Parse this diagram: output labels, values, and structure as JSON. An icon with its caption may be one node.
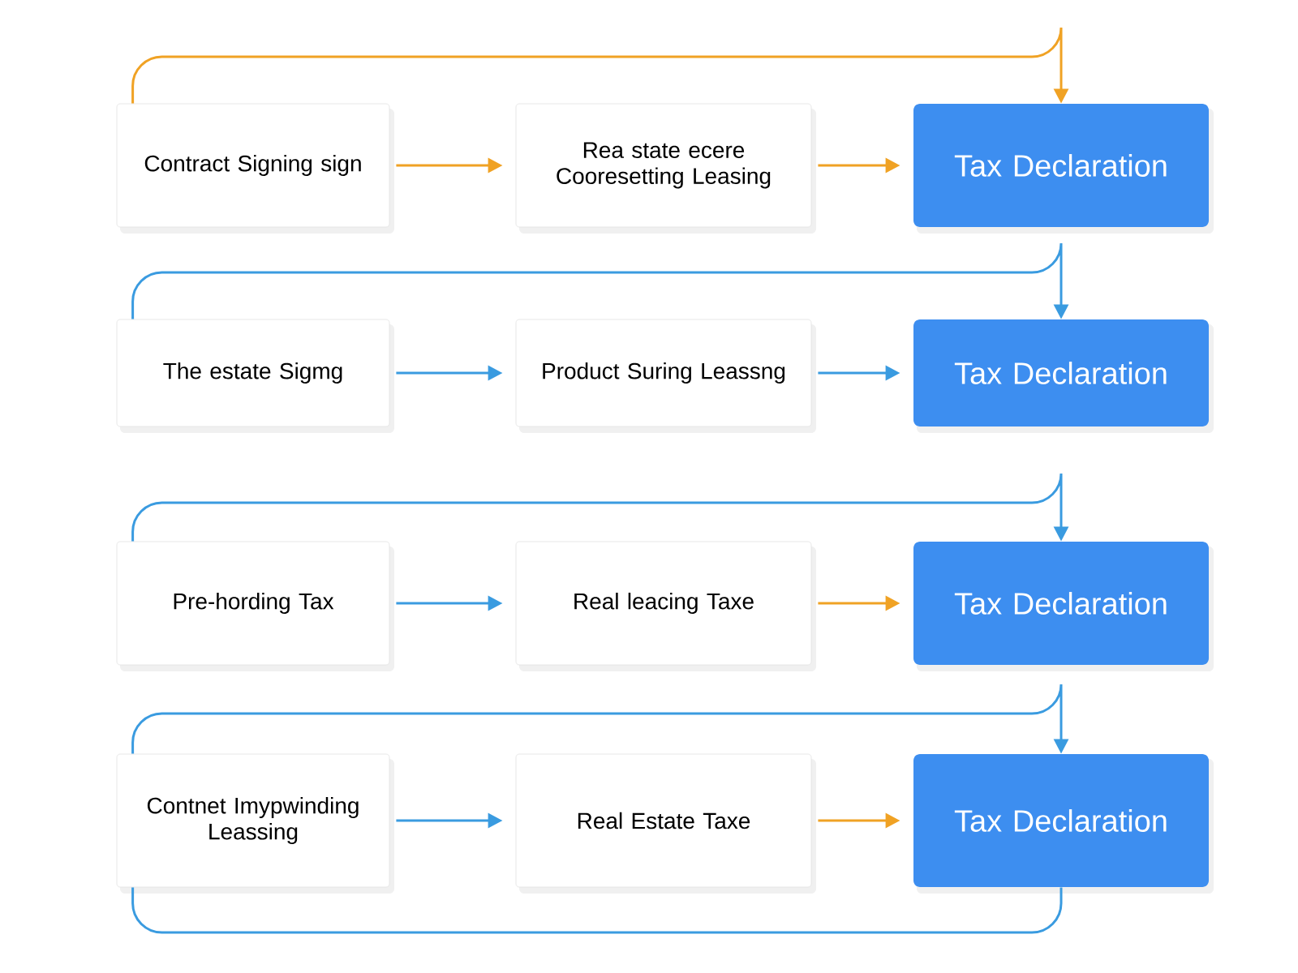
{
  "diagram": {
    "nodes": [
      {
        "text": [
          "Contract Signing sign"
        ]
      },
      {
        "text": [
          "Rea state ecere Cooresetting Leasing"
        ]
      },
      {
        "text": [
          "Tax Declaration"
        ]
      },
      {
        "text": [
          "The estate Sigmg"
        ]
      },
      {
        "text": [
          "Product Suring Leassng"
        ]
      },
      {
        "text": [
          "Tax Declaration"
        ]
      },
      {
        "text": [
          "Pre-hording Tax"
        ]
      },
      {
        "text": [
          "Real leacing Taxe"
        ]
      },
      {
        "text": [
          "Tax Declaration"
        ]
      },
      {
        "text": [
          "Contnet Imypwinding Leassing"
        ]
      },
      {
        "text": [
          "Real Estate Taxe"
        ]
      },
      {
        "text": [
          "Tax Declaration"
        ]
      }
    ],
    "edges": [
      {
        "from": 0,
        "to": 1,
        "arrow": "to",
        "color": "#f0a224"
      },
      {
        "from": 1,
        "to": 2,
        "arrow": "to",
        "color": "#f0a224"
      },
      {
        "from": 0,
        "to": 2,
        "arrow": "to",
        "color": "#f0a224"
      },
      {
        "from": 3,
        "to": 4,
        "arrow": "to"
      },
      {
        "from": 4,
        "to": 5,
        "arrow": "to"
      },
      {
        "from": 3,
        "to": 5,
        "arrow": "to"
      },
      {
        "from": 6,
        "to": 7,
        "arrow": "to"
      },
      {
        "from": 7,
        "to": 8,
        "arrow": "to",
        "color": "#f0a224"
      },
      {
        "from": 6,
        "to": 8,
        "arrow": "to"
      },
      {
        "from": 9,
        "to": 10,
        "arrow": "to"
      },
      {
        "from": 10,
        "to": 11,
        "arrow": "to",
        "color": "#f0a224"
      },
      {
        "from": 9,
        "to": 11,
        "arrow": "to"
      },
      {
        "from": 11,
        "to": 9,
        "arrow": "none"
      }
    ]
  }
}
